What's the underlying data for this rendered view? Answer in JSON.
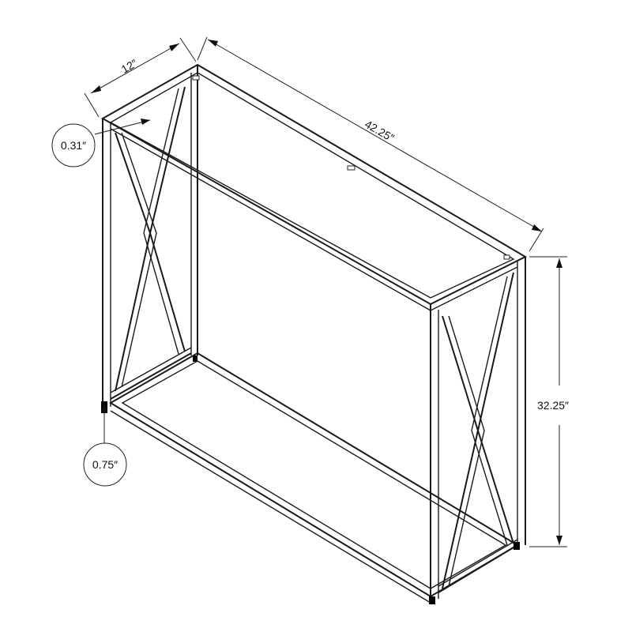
{
  "diagram": {
    "subject": "console-table",
    "dimensions": {
      "depth": "12″",
      "width": "42.25″",
      "height": "32.25″",
      "tube_thickness": "0.31″",
      "foot_height": "0.75″"
    }
  }
}
